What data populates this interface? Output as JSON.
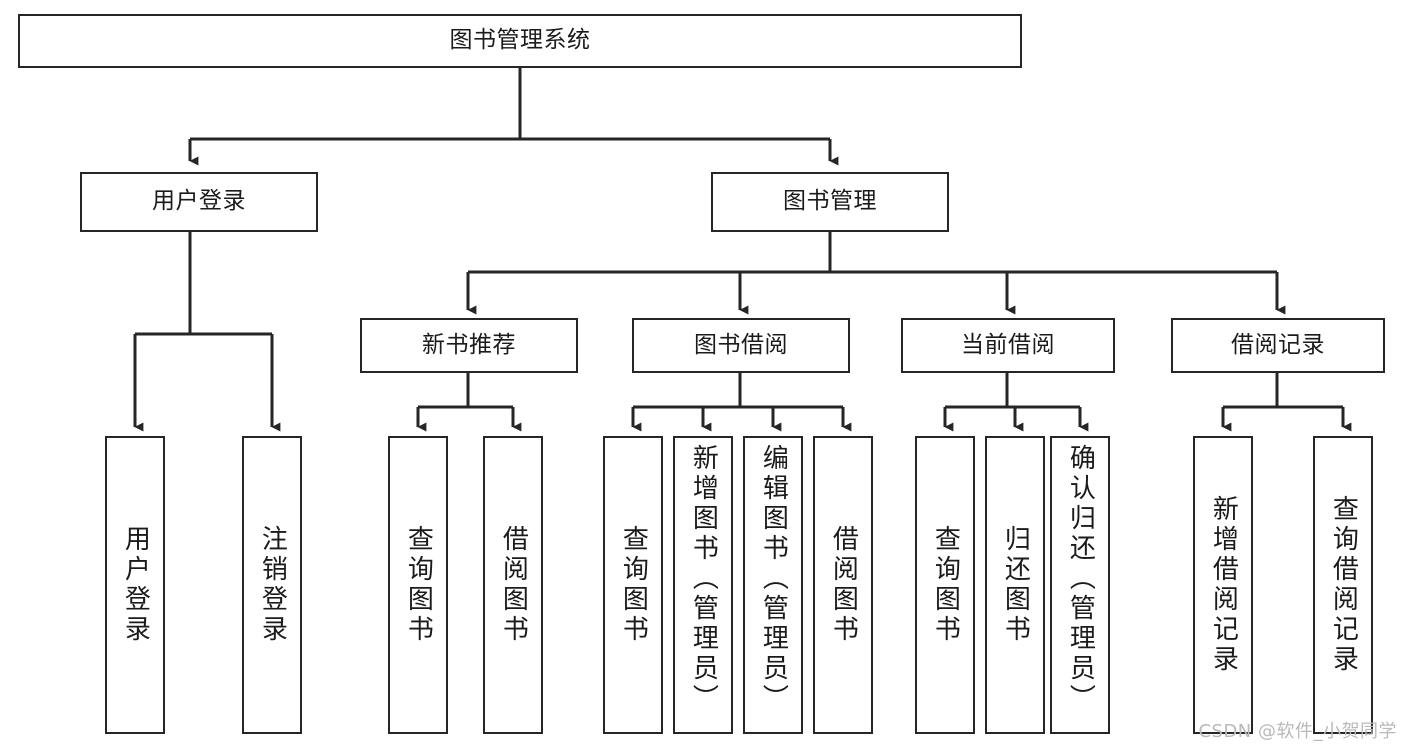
{
  "diagram": {
    "title": "图书管理系统",
    "type": "tree-hierarchy-chart",
    "colors": {
      "stroke": "#262626",
      "fill": "#ffffff",
      "text": "#1b1b1b",
      "watermark": "#b9b9b9"
    },
    "nodes": {
      "root": {
        "label": "图书管理系统"
      },
      "level2": [
        {
          "id": "user-login",
          "label": "用户登录"
        },
        {
          "id": "book-manage",
          "label": "图书管理"
        }
      ],
      "level3": [
        {
          "id": "new-book-recommend",
          "label": "新书推荐"
        },
        {
          "id": "book-borrow",
          "label": "图书借阅"
        },
        {
          "id": "current-borrow",
          "label": "当前借阅"
        },
        {
          "id": "borrow-record",
          "label": "借阅记录"
        }
      ],
      "leaves": {
        "user_login": [
          {
            "id": "leaf-user-login",
            "label": "用户登录"
          },
          {
            "id": "leaf-logout-login",
            "label": "注销登录"
          }
        ],
        "new_book_recommend": [
          {
            "id": "leaf-query-book-1",
            "label": "查询图书"
          },
          {
            "id": "leaf-borrow-book-1",
            "label": "借阅图书"
          }
        ],
        "book_borrow": [
          {
            "id": "leaf-query-book-2",
            "label": "查询图书"
          },
          {
            "id": "leaf-add-book",
            "label": "新增图书（管理员）"
          },
          {
            "id": "leaf-edit-book",
            "label": "编辑图书（管理员）"
          },
          {
            "id": "leaf-borrow-book-2",
            "label": "借阅图书"
          }
        ],
        "current_borrow": [
          {
            "id": "leaf-query-book-3",
            "label": "查询图书"
          },
          {
            "id": "leaf-return-book",
            "label": "归还图书"
          },
          {
            "id": "leaf-confirm-return",
            "label": "确认归还（管理员）"
          }
        ],
        "borrow_record": [
          {
            "id": "leaf-add-record",
            "label": "新增借阅记录"
          },
          {
            "id": "leaf-query-record",
            "label": "查询借阅记录"
          }
        ]
      }
    },
    "watermark": "CSDN @软件_小贺同学"
  }
}
